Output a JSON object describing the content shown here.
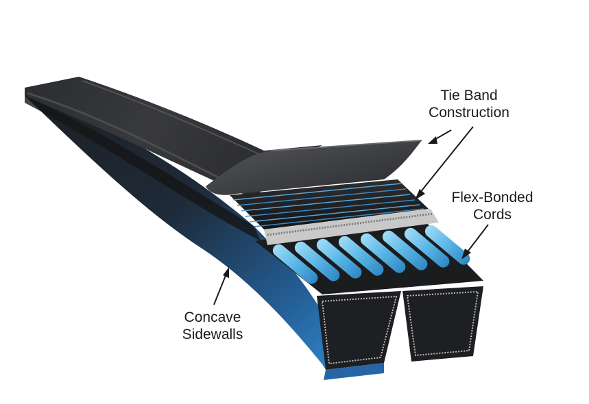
{
  "labels": {
    "tie_band": {
      "line1": "Tie Band",
      "line2": "Construction"
    },
    "flex_bonded": {
      "line1": "Flex-Bonded",
      "line2": "Cords"
    },
    "concave": {
      "line1": "Concave",
      "line2": "Sidewalls"
    }
  },
  "colors": {
    "belt_dark": "#1b1c1e",
    "belt_mid": "#2a2c2f",
    "sidewall_blue": "#2a7fc4",
    "cord_blue": "#6ec3ee",
    "tie_band": "#3a3b3d",
    "label_text": "#1a1a1a"
  }
}
